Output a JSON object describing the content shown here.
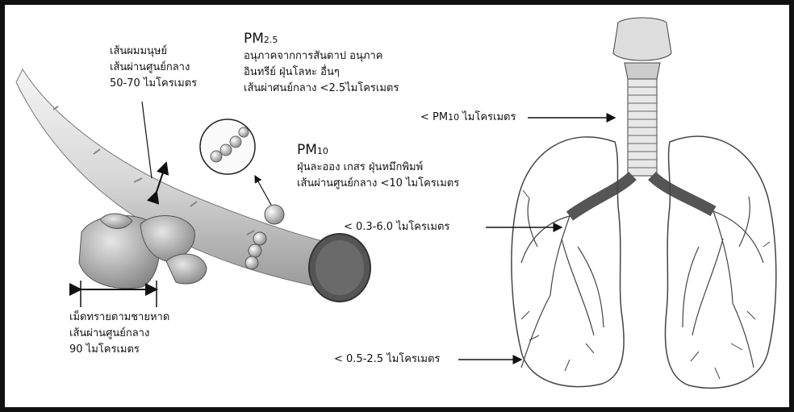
{
  "hair": {
    "line1": "เส้นผมมนุษย์",
    "line2": "เส้นผ่านศูนย์กลาง",
    "line3": "50-70 ไมโครเมตร"
  },
  "pm25": {
    "label_main": "PM",
    "label_sub": "2.5",
    "line1": "อนุภาคจากการสันดาป อนุภาค",
    "line2": "อินทรีย์ ฝุ่นโลหะ อื่นๆ",
    "line3": "เส้นผ่าศนย์กลาง <2.5ไมโครเมตร"
  },
  "pm10": {
    "label_main": "PM",
    "label_sub": "10",
    "line1": "ฝุ่นละออง เกสร ฝุ่นหมึกพิมพ์",
    "line2": "เส้นผ่านศูนย์กลาง <10 ไมโครเมตร"
  },
  "sand": {
    "line1": "เม็ดทรายตามชายหาด",
    "line2": "เส้นผ่านศูนย์กลาง",
    "line3": "90 ไมโครเมตร"
  },
  "lung_labels": {
    "trachea_prefix": "< PM",
    "trachea_sub": "10",
    "trachea_suffix": " ไมโครเมตร",
    "bronchi": "< 0.3-6.0 ไมโครเมตร",
    "alveoli": "< 0.5-2.5 ไมโครเมตร"
  }
}
